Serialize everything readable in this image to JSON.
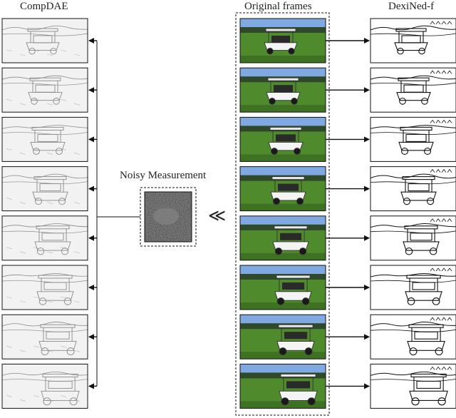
{
  "columns": {
    "left": {
      "title": "CompDAE"
    },
    "middle": {
      "title": "Original frames"
    },
    "right": {
      "title": "DexiNed-f"
    }
  },
  "measurement": {
    "label": "Noisy Measurement"
  },
  "operator_symbol": "≪",
  "frame_count": 8,
  "colors": {
    "sky": "#7fa9e0",
    "grass": "#4f8a2c",
    "cart_body": "#f4f4f4",
    "cart_roof": "#e8e8e8",
    "tire": "#1a1a1a",
    "trees": "#2f4a2a",
    "sketch_line": "#8a8a8a",
    "edge_line": "#111111",
    "noise_dark": "#2a2a2a"
  }
}
